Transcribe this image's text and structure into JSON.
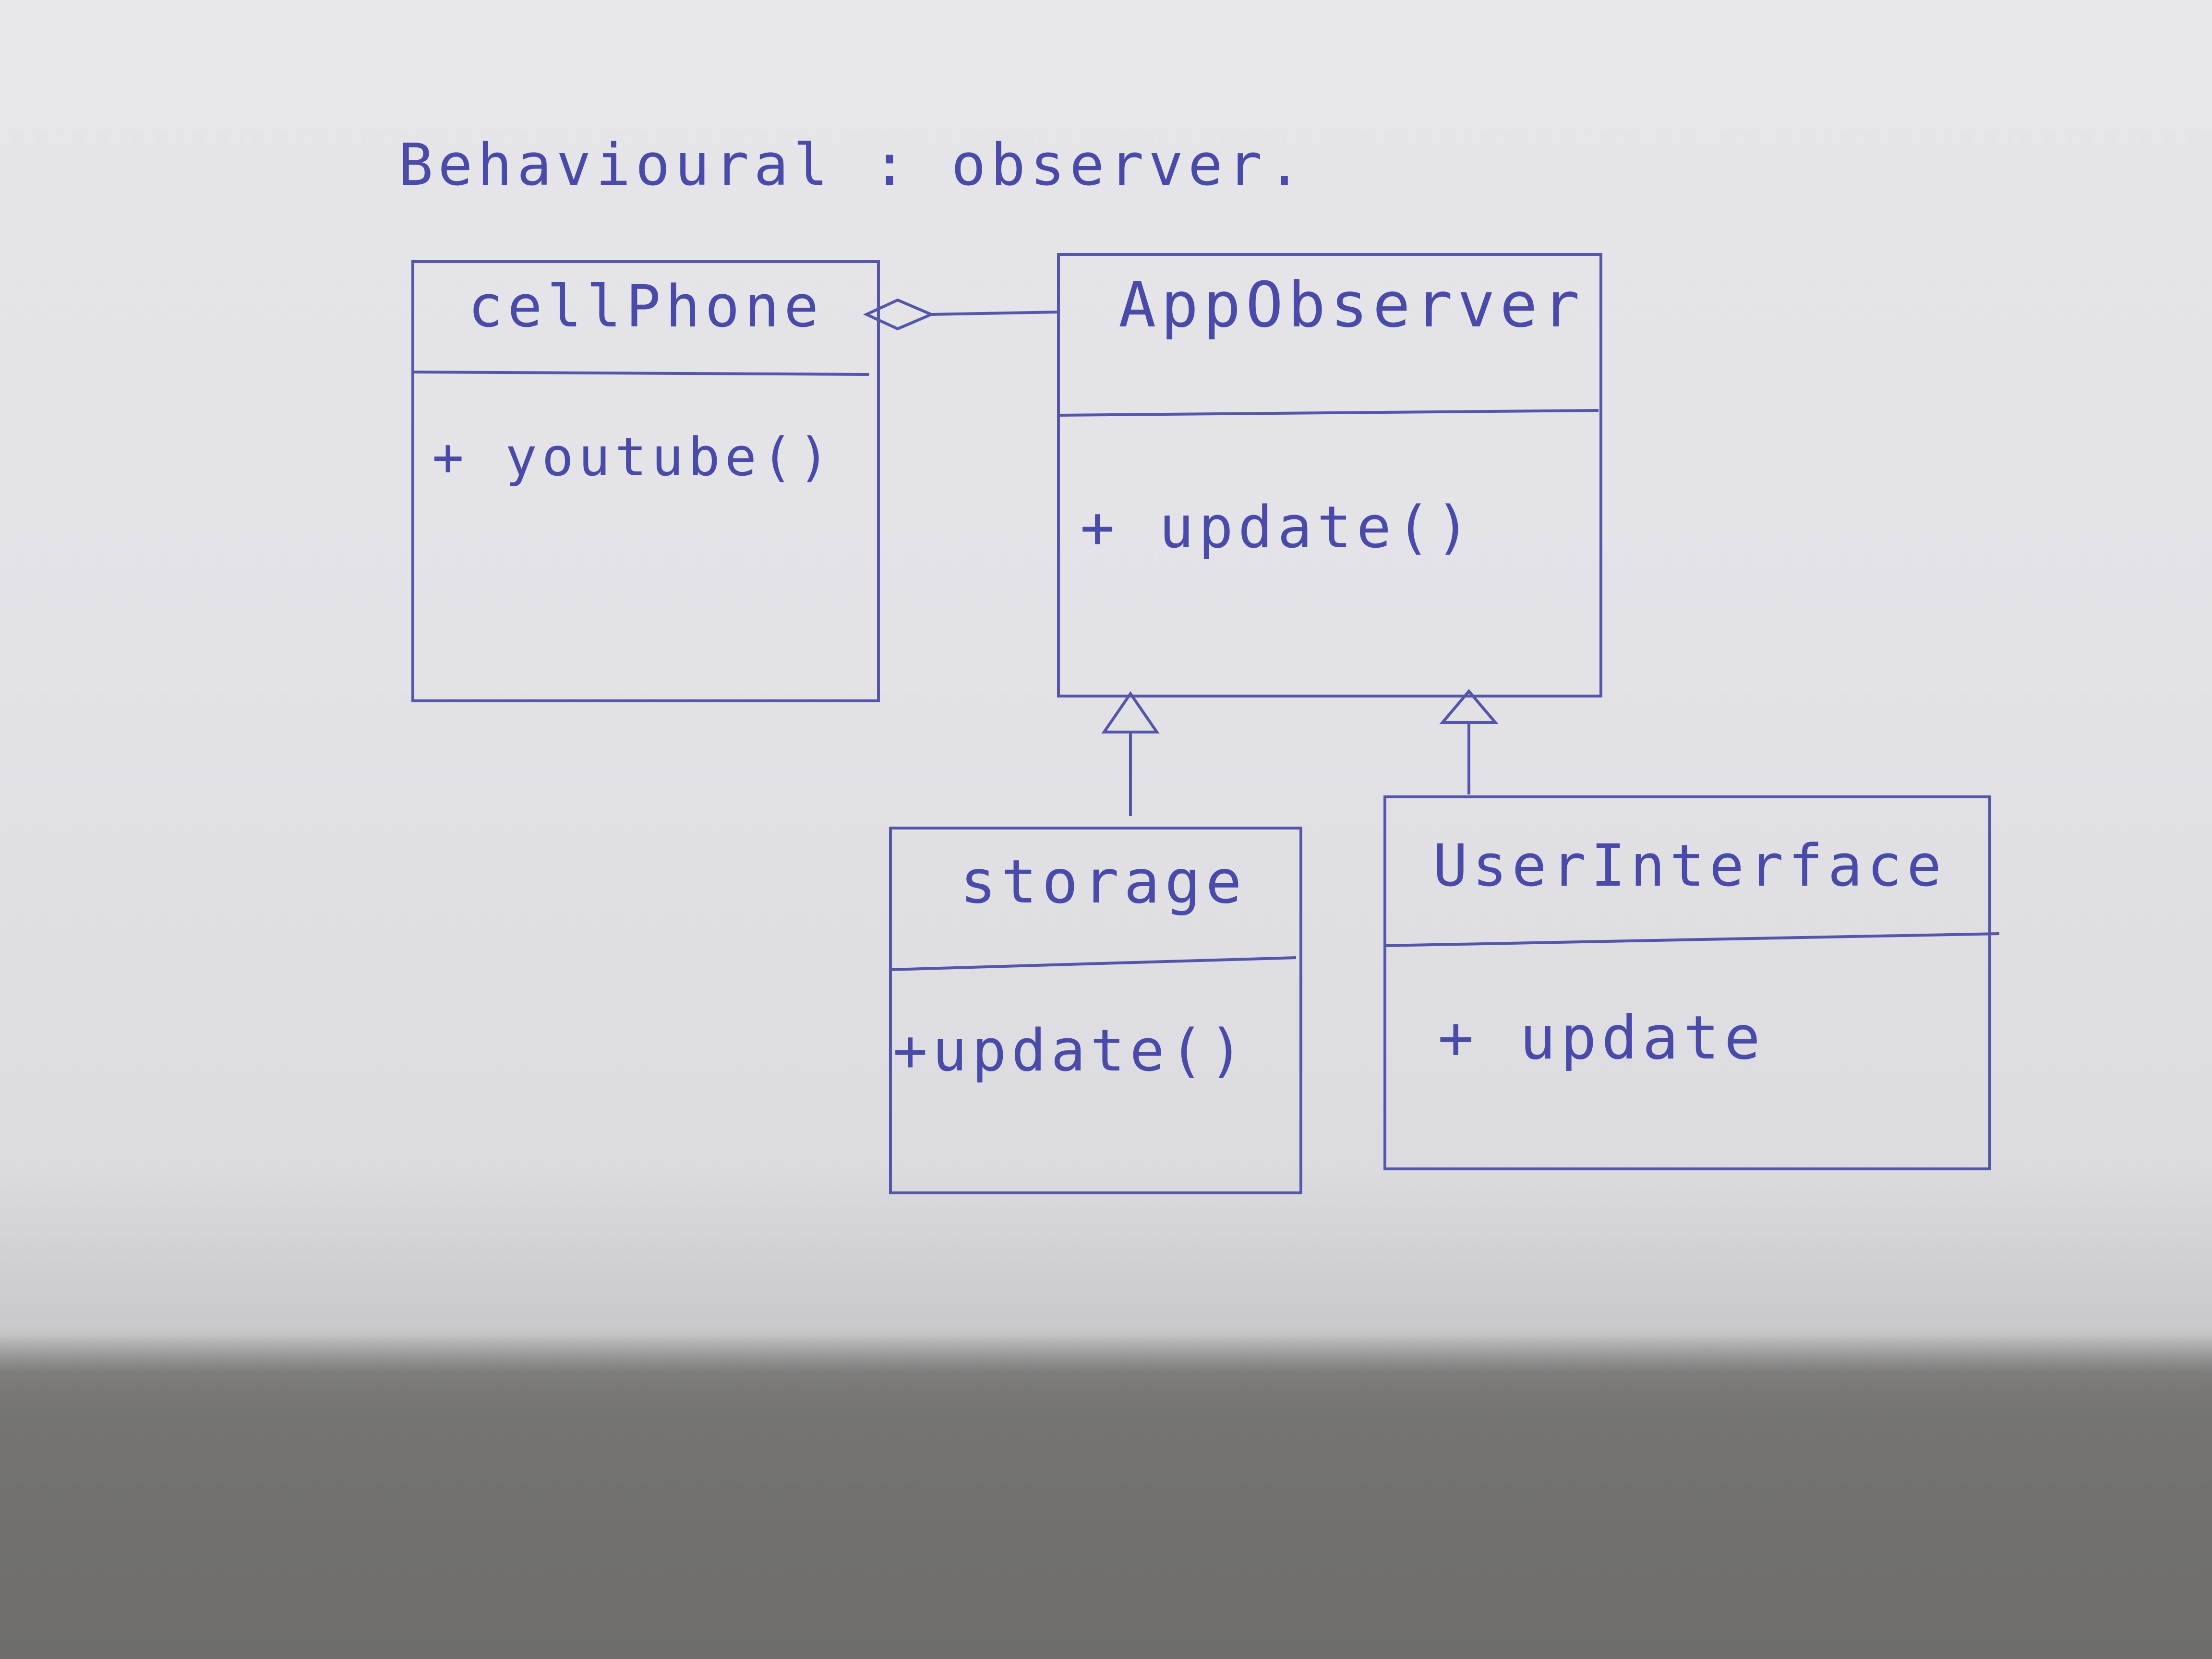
{
  "title": "Behavioural : observer.",
  "classes": {
    "cellphone": {
      "name": "cellPhone",
      "method": "+ youtube()"
    },
    "appobserver": {
      "name": "AppObserver",
      "method": "+ update()"
    },
    "storage": {
      "name": "storage",
      "method": "+update()"
    },
    "userinterface": {
      "name": "UserInterface",
      "method": "+ update"
    }
  },
  "relations": [
    {
      "type": "aggregation",
      "from": "AppObserver",
      "to": "cellPhone"
    },
    {
      "type": "inheritance",
      "from": "storage",
      "to": "AppObserver"
    },
    {
      "type": "inheritance",
      "from": "UserInterface",
      "to": "AppObserver"
    }
  ],
  "colors": {
    "ink": "#4a4aa8",
    "paper": "#e4e4e8"
  }
}
